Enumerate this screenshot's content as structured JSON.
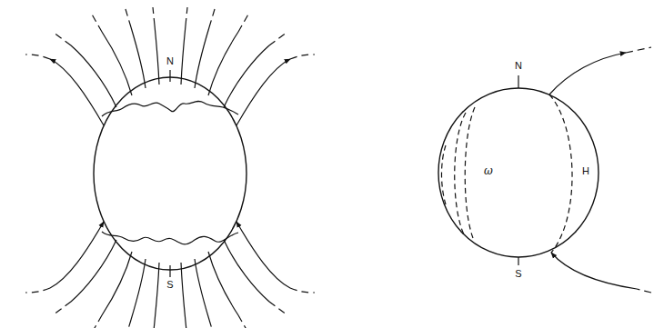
{
  "diagram": {
    "nodes": [
      {
        "text": [
          "N",
          "S"
        ]
      },
      {
        "text": [
          "N",
          "ω",
          "H",
          "S"
        ]
      }
    ]
  }
}
